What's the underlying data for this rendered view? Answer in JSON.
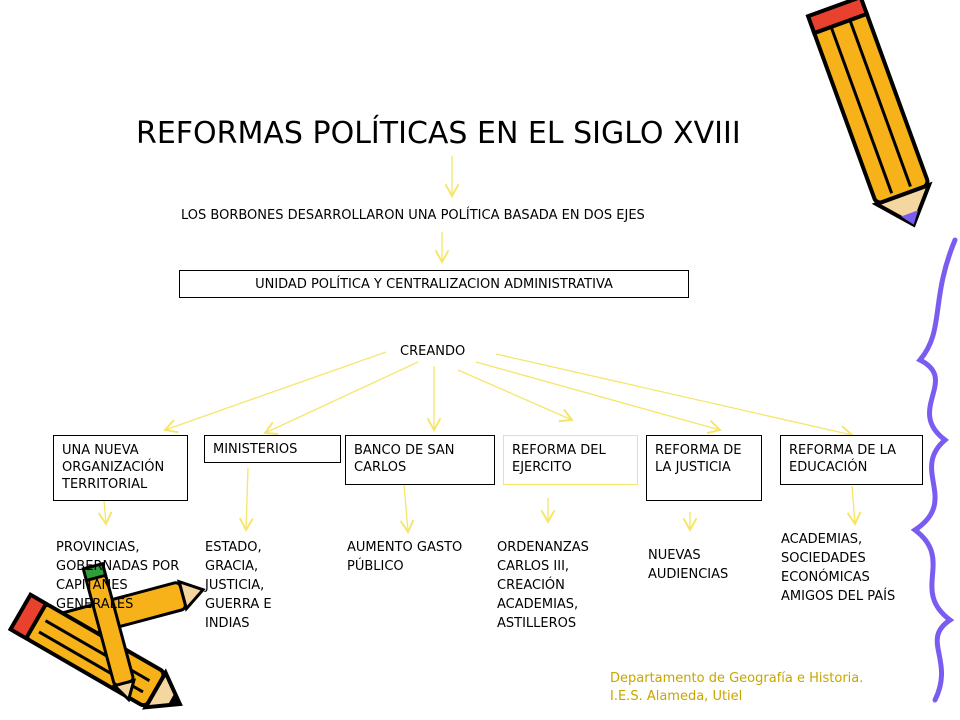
{
  "title": "REFORMAS POLÍTICAS EN EL SIGLO XVIII",
  "subtitle": "LOS BORBONES DESARROLLARON UNA POLÍTICA BASADA EN DOS EJES",
  "main_box": "UNIDAD POLÍTICA Y CENTRALIZACION ADMINISTRATIVA",
  "creating": "CREANDO",
  "reforms": [
    {
      "label": "UNA NUEVA ORGANIZACIÓN TERRITORIAL",
      "detail": "PROVINCIAS, GOBERNADAS POR CAPITANES GENERALES"
    },
    {
      "label": "MINISTERIOS",
      "detail": "ESTADO, GRACIA, JUSTICIA, GUERRA E INDIAS"
    },
    {
      "label": "BANCO DE SAN CARLOS",
      "detail": "AUMENTO GASTO PÚBLICO"
    },
    {
      "label": "REFORMA DEL EJERCITO",
      "detail": "ORDENANZAS CARLOS III, CREACIÓN ACADEMIAS, ASTILLEROS"
    },
    {
      "label": "REFORMA DE LA JUSTICIA",
      "detail": "NUEVAS AUDIENCIAS"
    },
    {
      "label": "REFORMA  DE LA EDUCACIÓN",
      "detail": "ACADEMIAS, SOCIEDADES ECONÓMICAS AMIGOS DEL PAÍS"
    }
  ],
  "footer": {
    "line1": "Departamento de Geografía e Historia.",
    "line2": "I.E.S. Alameda, Utiel"
  },
  "colors": {
    "connector": "#f5e66a",
    "footer_text": "#c6a600",
    "pencil_body": "#f7b21a",
    "pencil_tip": "#7b5cf0",
    "scribble": "#7b5cf0"
  },
  "icons": [
    "pencil-icon",
    "pencil-icon",
    "pencil-icon",
    "scribble-decoration"
  ]
}
